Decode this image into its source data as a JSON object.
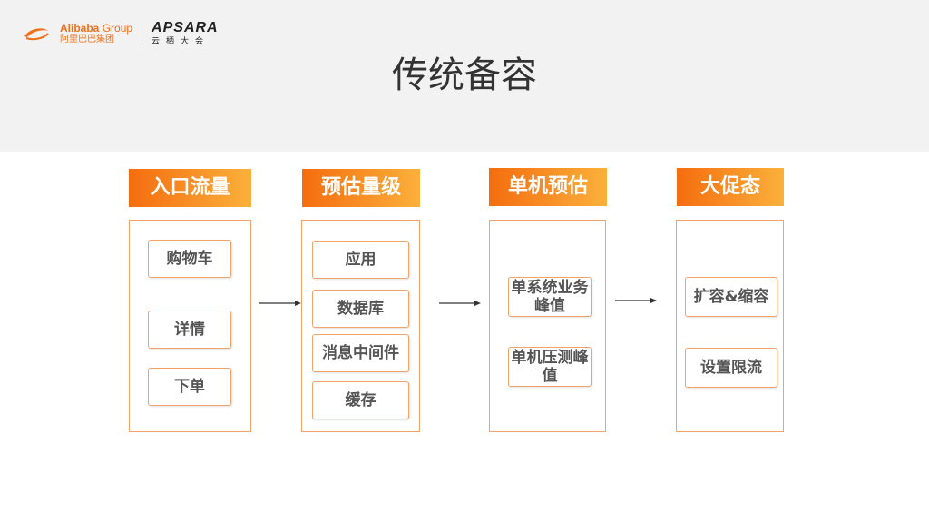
{
  "brand": {
    "alibaba_en": "Alibaba",
    "alibaba_group": "Group",
    "alibaba_cn": "阿里巴巴集团",
    "apsara_en": "APSARA",
    "apsara_cn": "云栖大会"
  },
  "title": "传统备容",
  "columns": [
    {
      "header": "入口流量",
      "items": [
        "购物车",
        "详情",
        "下单"
      ]
    },
    {
      "header": "预估量级",
      "items": [
        "应用",
        "数据库",
        "消息中间件",
        "缓存"
      ]
    },
    {
      "header": "单机预估",
      "items": [
        "单系统业务峰值",
        "单机压测峰值"
      ]
    },
    {
      "header": "大促态",
      "items": [
        "扩容&缩容",
        "设置限流"
      ]
    }
  ],
  "colors": {
    "accent_start": "#f46d10",
    "accent_end": "#fbb03b",
    "border": "#f1a36a"
  }
}
